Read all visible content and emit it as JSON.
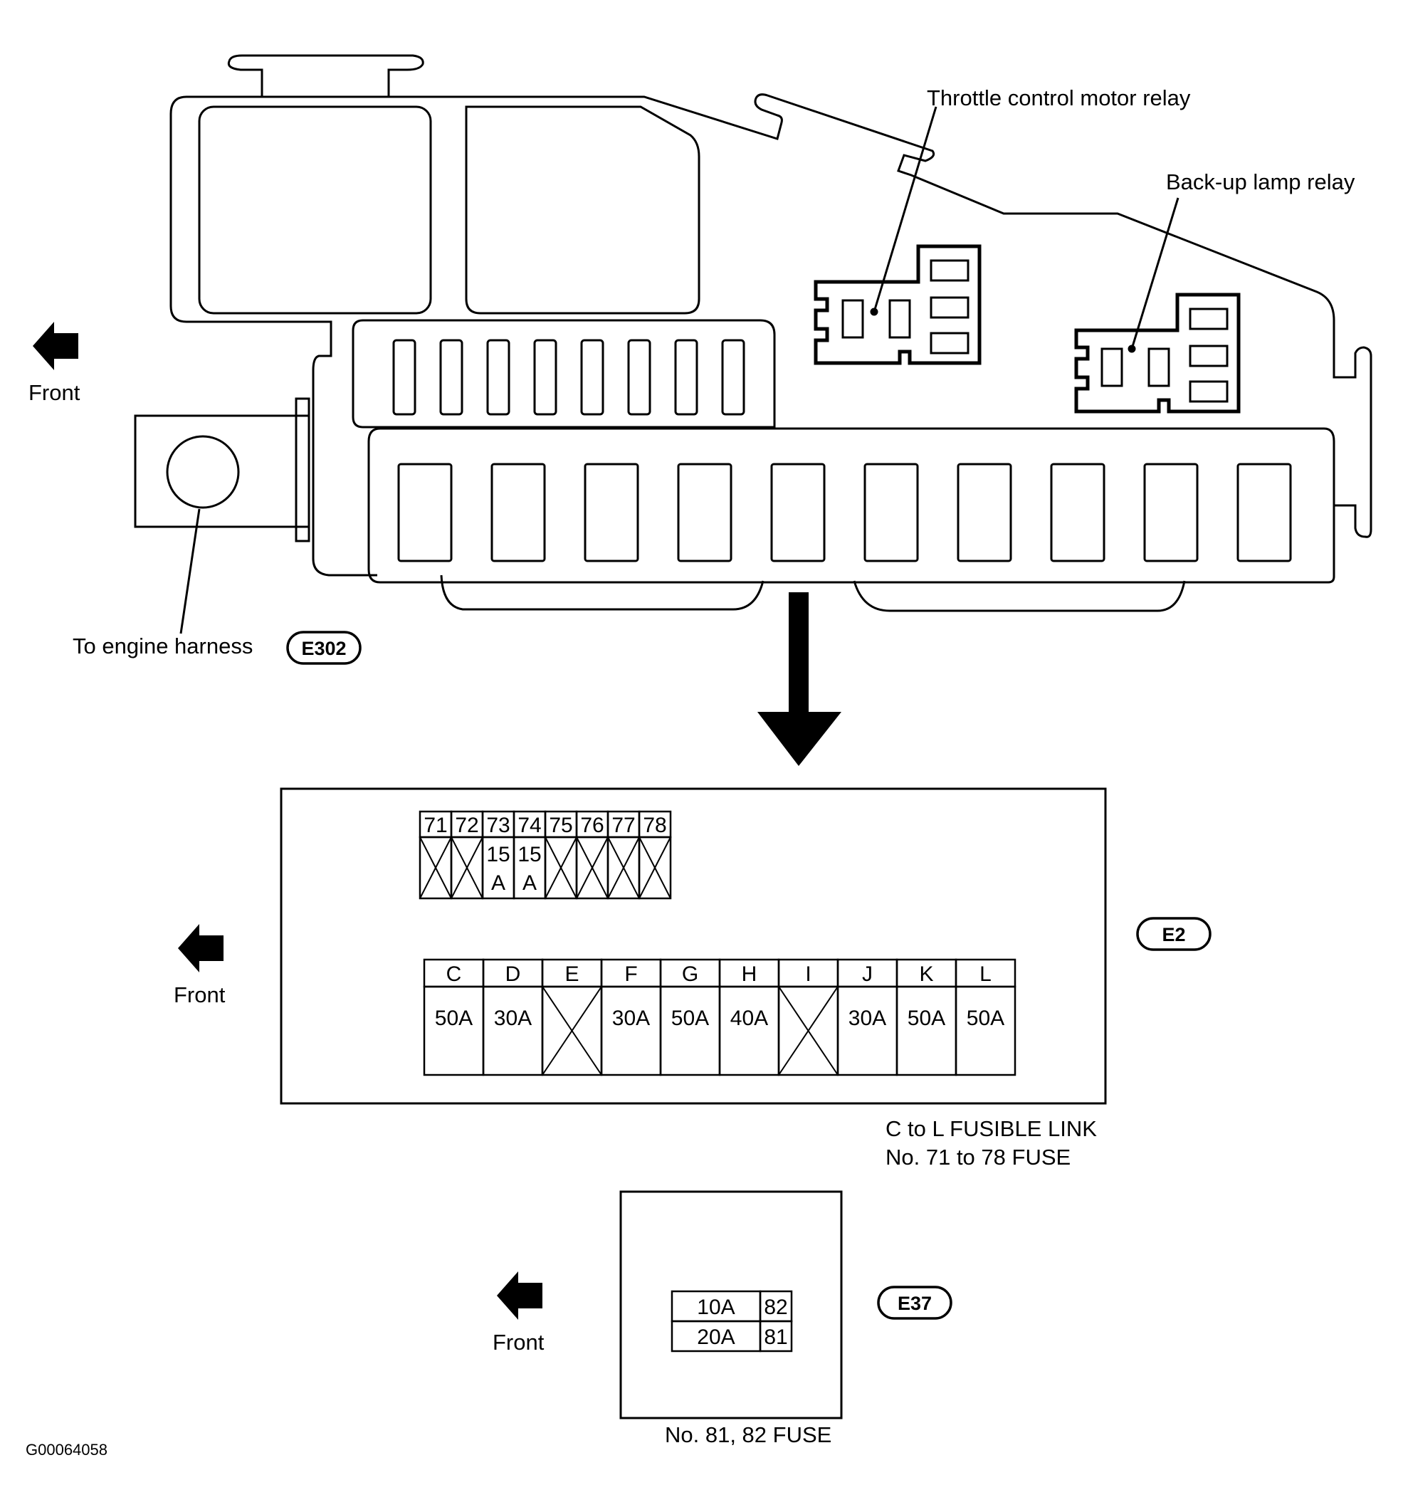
{
  "labels": {
    "throttle_relay": "Throttle control motor relay",
    "backup_relay": "Back-up lamp relay",
    "front": "Front",
    "engine_harness": "To engine harness",
    "fusible_caption_1": "C to L FUSIBLE LINK",
    "fusible_caption_2": "No. 71 to 78 FUSE",
    "fuse_81_82_caption": "No. 81, 82 FUSE",
    "figure_code": "G00064058"
  },
  "connectors": {
    "engine": "E302",
    "e2": "E2",
    "e37": "E37"
  },
  "fuse_block_71_78": {
    "numbers": [
      "71",
      "72",
      "73",
      "74",
      "75",
      "76",
      "77",
      "78"
    ],
    "ratings": [
      {
        "line1": "",
        "line2": "",
        "empty": true
      },
      {
        "line1": "",
        "line2": "",
        "empty": true
      },
      {
        "line1": "15",
        "line2": "A",
        "empty": false
      },
      {
        "line1": "15",
        "line2": "A",
        "empty": false
      },
      {
        "line1": "",
        "line2": "",
        "empty": true
      },
      {
        "line1": "",
        "line2": "",
        "empty": true
      },
      {
        "line1": "",
        "line2": "",
        "empty": true
      },
      {
        "line1": "",
        "line2": "",
        "empty": true
      }
    ]
  },
  "fusible_links": {
    "letters": [
      "C",
      "D",
      "E",
      "F",
      "G",
      "H",
      "I",
      "J",
      "K",
      "L"
    ],
    "ratings": [
      "50A",
      "30A",
      "",
      "30A",
      "50A",
      "40A",
      "",
      "30A",
      "50A",
      "50A"
    ],
    "empty": [
      false,
      false,
      true,
      false,
      false,
      false,
      true,
      false,
      false,
      false
    ]
  },
  "fuse_81_82": {
    "rows": [
      {
        "rating": "10A",
        "number": "82"
      },
      {
        "rating": "20A",
        "number": "81"
      }
    ]
  }
}
